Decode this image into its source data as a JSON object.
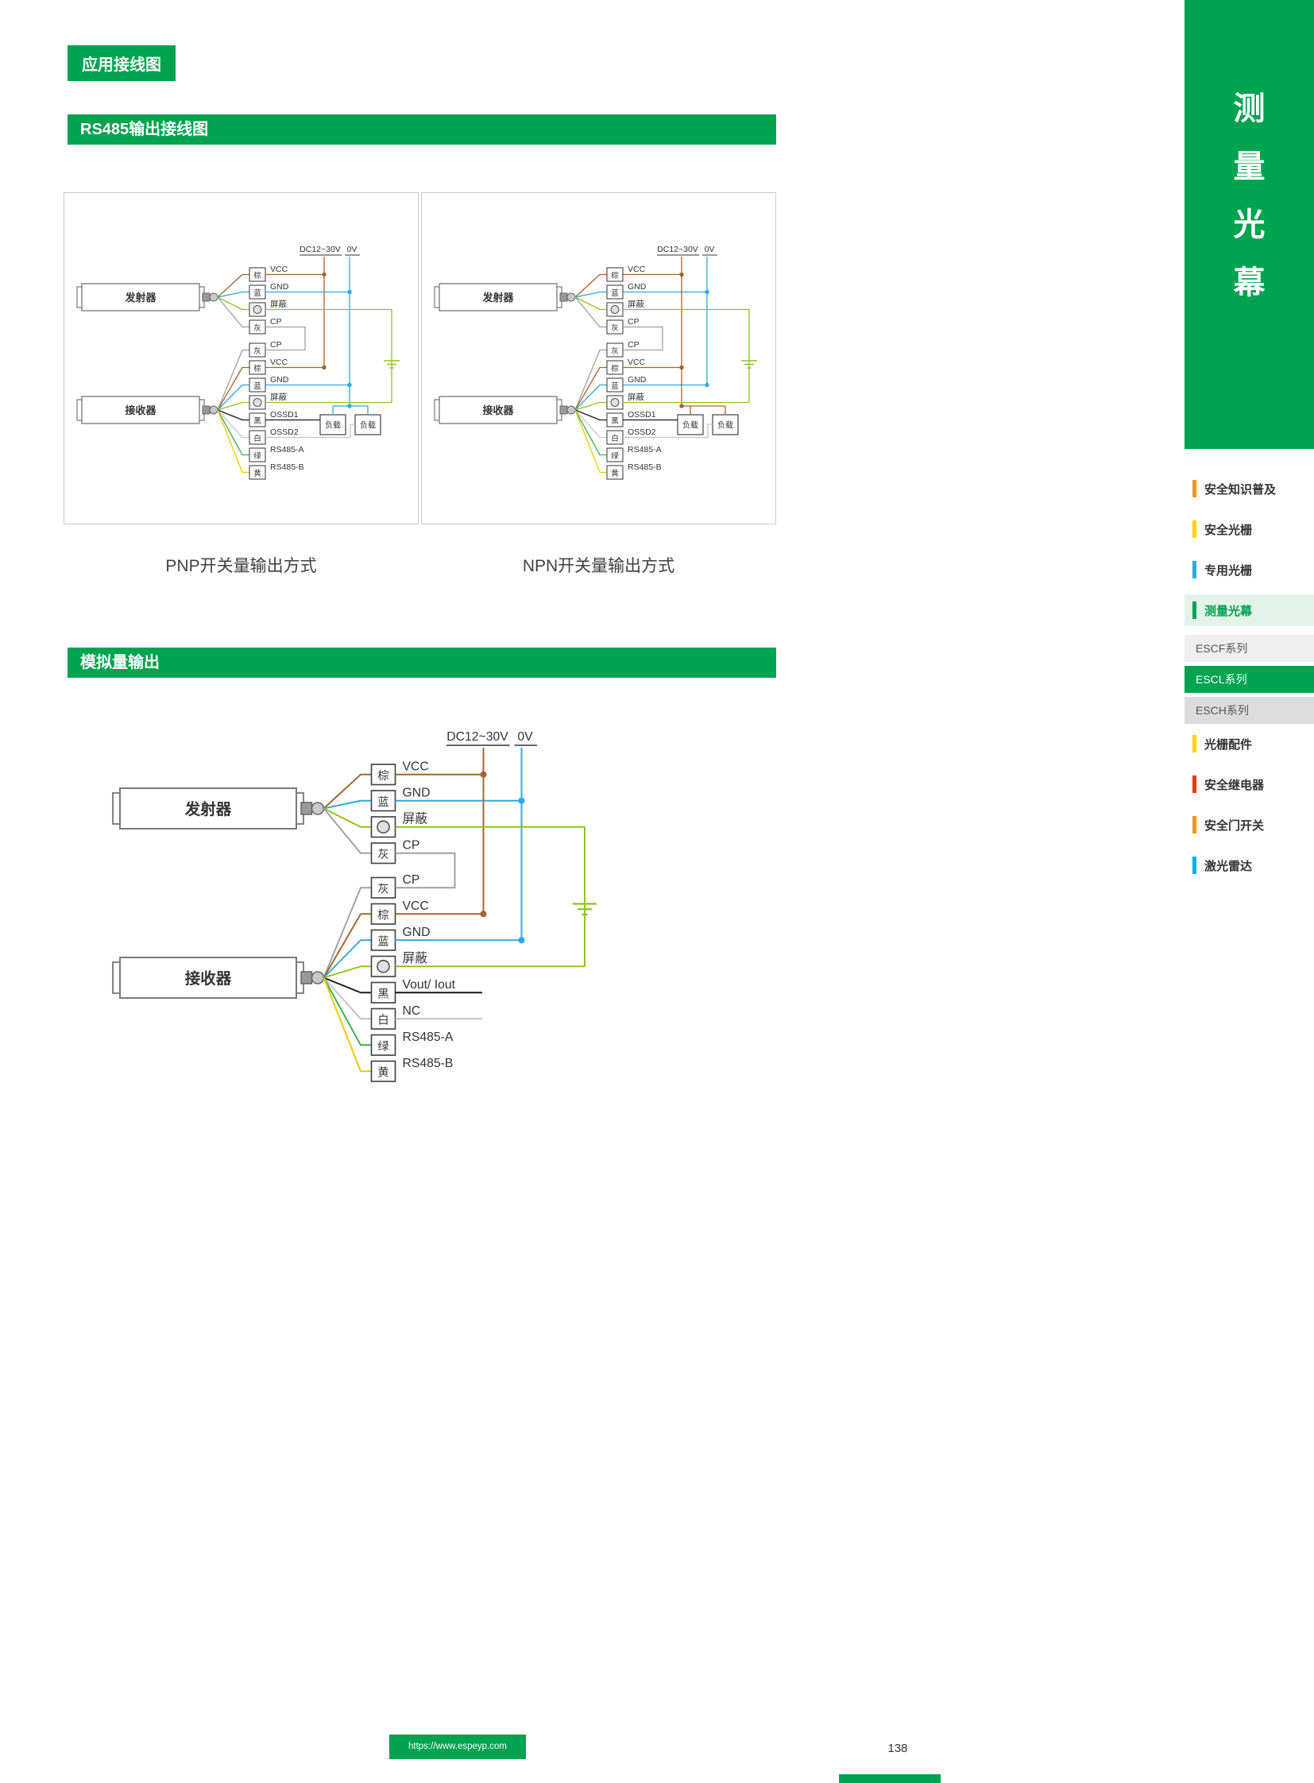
{
  "page": {
    "badge": "应用接线图",
    "footer": {
      "url": "https://www.espeyp.com",
      "page_number": "138"
    }
  },
  "sections": [
    {
      "title": "RS485输出接线图"
    },
    {
      "title": "模拟量输出"
    }
  ],
  "sidebar": {
    "vertical_title": "测量光幕",
    "items": [
      {
        "label": "安全知识普及",
        "type": "bar",
        "color": "#F7941D"
      },
      {
        "label": "安全光栅",
        "type": "bar",
        "color": "#FFD400"
      },
      {
        "label": "专用光栅",
        "type": "bar",
        "color": "#2FA8E1"
      },
      {
        "label": "测量光幕",
        "type": "bar",
        "color": "#00A350",
        "active": true
      },
      {
        "label": "ESCF系列",
        "type": "sub",
        "bg": "#EFEFEF",
        "fg": "#555555"
      },
      {
        "label": "ESCL系列",
        "type": "sub",
        "bg": "#00A350",
        "fg": "#FFFFFF"
      },
      {
        "label": "ESCH系列",
        "type": "sub",
        "bg": "#DCDCDC",
        "fg": "#555555"
      },
      {
        "label": "光栅配件",
        "type": "bar",
        "color": "#FFD400"
      },
      {
        "label": "安全继电器",
        "type": "bar",
        "color": "#E8380D"
      },
      {
        "label": "安全门开关",
        "type": "bar",
        "color": "#F7941D"
      },
      {
        "label": "激光雷达",
        "type": "bar",
        "color": "#00B4D8"
      }
    ]
  },
  "colors": {
    "green": "#00A350",
    "brown": "#A5632E",
    "blue": "#2EA7E0",
    "gray": "#A0A0A0",
    "black": "#1A1A1A",
    "white_wire": "#C4C4C4",
    "wire_green": "#8FC31F",
    "rs485_green": "#3AB54A",
    "yellow": "#EFC900"
  },
  "wiring": {
    "power_pos_label": "DC12~30V",
    "power_neg_label": "0V",
    "transmitter_label": "发射器",
    "receiver_label": "接收器",
    "load_label": "负载",
    "tx_wires": [
      {
        "terminal": "棕",
        "signal": "VCC",
        "color": "brown",
        "net": "vcc"
      },
      {
        "terminal": "蓝",
        "signal": "GND",
        "color": "blue",
        "net": "gnd"
      },
      {
        "terminal": "circle",
        "signal": "屏蔽",
        "color": "wire_green",
        "net": "shield"
      },
      {
        "terminal": "灰",
        "signal": "CP",
        "color": "gray",
        "net": "cp"
      }
    ],
    "diagrams": [
      {
        "id": "svg-pnp",
        "caption": "PNP开关量输出方式",
        "scale": 1,
        "loads": true,
        "load_rail": "neg",
        "rx_wires": [
          {
            "terminal": "灰",
            "signal": "CP",
            "color": "gray",
            "net": "cp_in"
          },
          {
            "terminal": "棕",
            "signal": "VCC",
            "color": "brown",
            "net": "vcc"
          },
          {
            "terminal": "蓝",
            "signal": "GND",
            "color": "blue",
            "net": "gnd"
          },
          {
            "terminal": "circle",
            "signal": "屏蔽",
            "color": "wire_green",
            "net": "shield"
          },
          {
            "terminal": "黑",
            "signal": "OSSD1",
            "color": "black",
            "net": "ossd1"
          },
          {
            "terminal": "白",
            "signal": "OSSD2",
            "color": "white_wire",
            "net": "ossd2"
          },
          {
            "terminal": "绿",
            "signal": "RS485-A",
            "color": "rs485_green",
            "net": "none"
          },
          {
            "terminal": "黄",
            "signal": "RS485-B",
            "color": "yellow",
            "net": "none"
          }
        ]
      },
      {
        "id": "svg-npn",
        "caption": "NPN开关量输出方式",
        "scale": 1,
        "loads": true,
        "load_rail": "pos",
        "rx_wires": [
          {
            "terminal": "灰",
            "signal": "CP",
            "color": "gray",
            "net": "cp_in"
          },
          {
            "terminal": "棕",
            "signal": "VCC",
            "color": "brown",
            "net": "vcc"
          },
          {
            "terminal": "蓝",
            "signal": "GND",
            "color": "blue",
            "net": "gnd"
          },
          {
            "terminal": "circle",
            "signal": "屏蔽",
            "color": "wire_green",
            "net": "shield"
          },
          {
            "terminal": "黑",
            "signal": "OSSD1",
            "color": "black",
            "net": "ossd1"
          },
          {
            "terminal": "白",
            "signal": "OSSD2",
            "color": "white_wire",
            "net": "ossd2"
          },
          {
            "terminal": "绿",
            "signal": "RS485-A",
            "color": "rs485_green",
            "net": "none"
          },
          {
            "terminal": "黄",
            "signal": "RS485-B",
            "color": "yellow",
            "net": "none"
          }
        ]
      },
      {
        "id": "svg-analog",
        "caption": "",
        "scale": 1.5,
        "loads": false,
        "load_rail": "none",
        "rx_wires": [
          {
            "terminal": "灰",
            "signal": "CP",
            "color": "gray",
            "net": "cp_in"
          },
          {
            "terminal": "棕",
            "signal": "VCC",
            "color": "brown",
            "net": "vcc"
          },
          {
            "terminal": "蓝",
            "signal": "GND",
            "color": "blue",
            "net": "gnd"
          },
          {
            "terminal": "circle",
            "signal": "屏蔽",
            "color": "wire_green",
            "net": "shield"
          },
          {
            "terminal": "黑",
            "signal": "Vout/ Iout",
            "color": "black",
            "net": "ext"
          },
          {
            "terminal": "白",
            "signal": "NC",
            "color": "white_wire",
            "net": "ext"
          },
          {
            "terminal": "绿",
            "signal": "RS485-A",
            "color": "rs485_green",
            "net": "none"
          },
          {
            "terminal": "黄",
            "signal": "RS485-B",
            "color": "yellow",
            "net": "none"
          }
        ]
      }
    ]
  }
}
